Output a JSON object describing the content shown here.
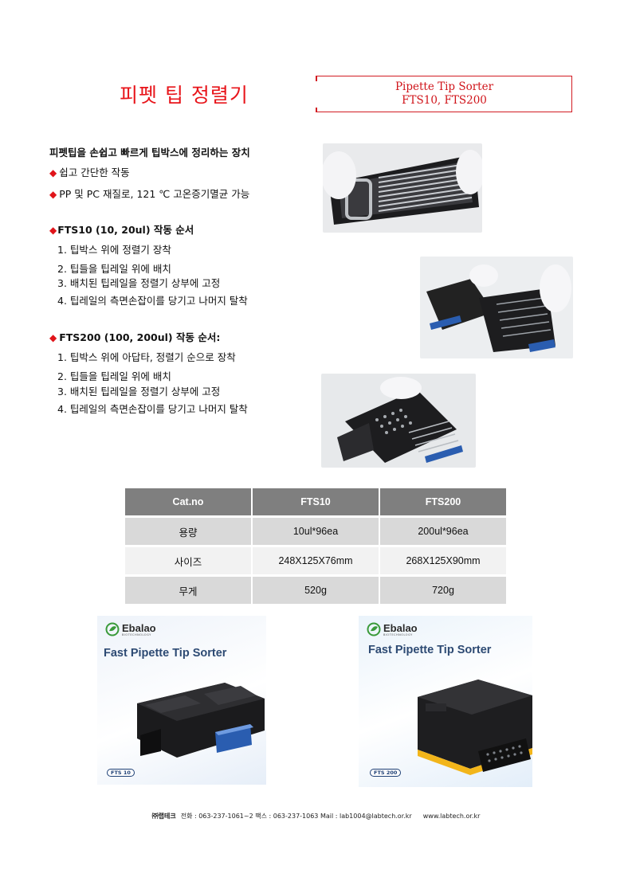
{
  "header": {
    "title": "피펫 팁 정렬기",
    "product_line1": "Pipette Tip Sorter",
    "product_line2": "FTS10, FTS200"
  },
  "intro": {
    "heading": "피펫팁을 손쉽고 빠르게 팁박스에 정리하는 장치",
    "bullets": [
      "쉽고 간단한 작동",
      "PP 및 PC 재질로, 121 ℃ 고온증기멸균 가능"
    ]
  },
  "fts10": {
    "heading": "FTS10 (10, 20ul) 작동 순서",
    "steps": [
      "1. 팁박스 위에 정렬기 장착",
      "2. 팁들을 팁레일 위에 배치",
      "3. 배치된 팁레일을 정렬기 상부에 고정",
      "4. 팁레일의 측면손잡이를 당기고 나머지 탈착"
    ]
  },
  "fts200": {
    "heading": "FTS200 (100, 200ul) 작동 순서:",
    "steps": [
      "1. 팁박스 위에 아답타, 정렬기 순으로 장착",
      "2. 팁들을 팁레일 위에 배치",
      "3. 배치된 팁레일을 정렬기 상부에 고정",
      "4. 팁레일의 측면손잡이를 당기고 나머지 탈착"
    ]
  },
  "spec_table": {
    "headers": [
      "Cat.no",
      "FTS10",
      "FTS200"
    ],
    "rows": [
      [
        "용량",
        "10ul*96ea",
        "200ul*96ea"
      ],
      [
        "사이즈",
        "248X125X76mm",
        "268X125X90mm"
      ],
      [
        "무게",
        "520g",
        "720g"
      ]
    ]
  },
  "product_cards": [
    {
      "brand": "Ebalao",
      "brand_sub": "BIOTECHNOLOGY",
      "headline": "Fast Pipette Tip Sorter",
      "model": "FTS 10"
    },
    {
      "brand": "Ebalao",
      "brand_sub": "BIOTECHNOLOGY",
      "headline": "Fast Pipette Tip Sorter",
      "model": "FTS 200"
    }
  ],
  "footer": {
    "company": "㈜랩테크",
    "contact": "전화 : 063-237-1061~2 팩스 : 063-237-1063 Mail : lab1004@labtech.or.kr",
    "website": "www.labtech.or.kr"
  },
  "colors": {
    "accent_red": "#e0141a",
    "table_header": "#7f7f7f",
    "card_blue": "#1a57a8",
    "card_yellow": "#f2b51a"
  }
}
